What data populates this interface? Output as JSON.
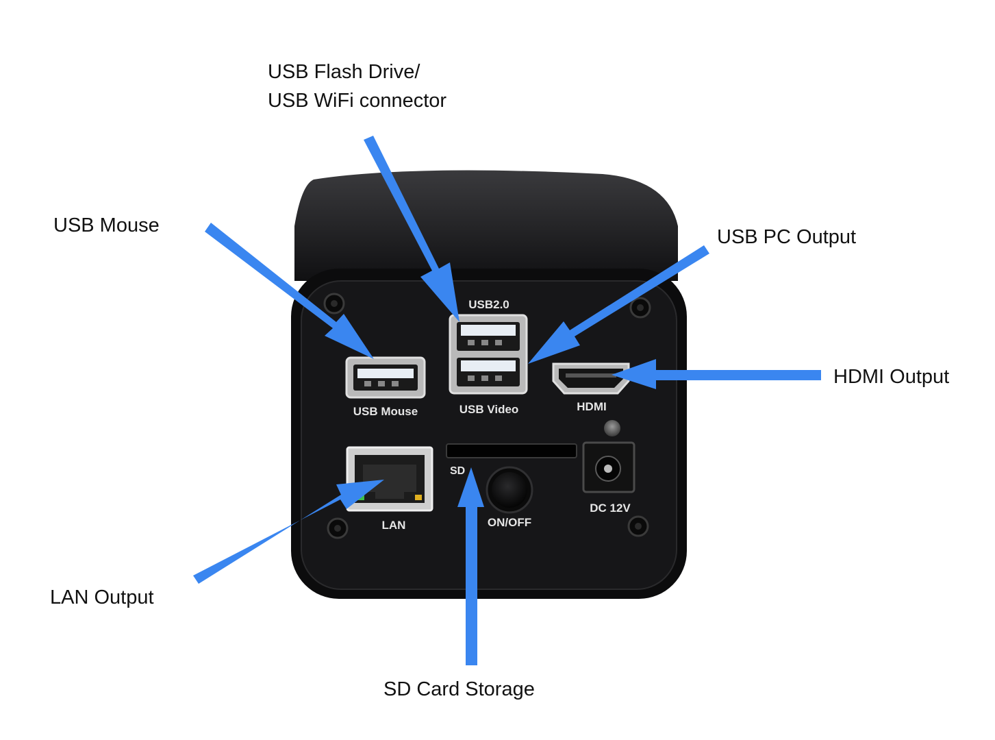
{
  "colors": {
    "arrow": "#3a86f0",
    "body": "#0c0c0d",
    "panel": "#161618",
    "port_metal": "#c9c9c9",
    "port_white": "#e8eef4",
    "panel_text": "#e6e6e6"
  },
  "callouts": {
    "usb_flash_line1": "USB Flash Drive/",
    "usb_flash_line2": "USB WiFi connector",
    "usb_mouse": "USB  Mouse",
    "usb_pc_output": "USB PC Output",
    "hdmi_output": "HDMI Output",
    "lan_output": "LAN Output",
    "sd_card_storage": "SD Card Storage"
  },
  "panel_labels": {
    "usb20": "USB2.0",
    "usb_mouse": "USB Mouse",
    "usb_video": "USB Video",
    "hdmi": "HDMI",
    "sd": "SD",
    "lan": "LAN",
    "on_off": "ON/OFF",
    "dc12v": "DC 12V"
  }
}
